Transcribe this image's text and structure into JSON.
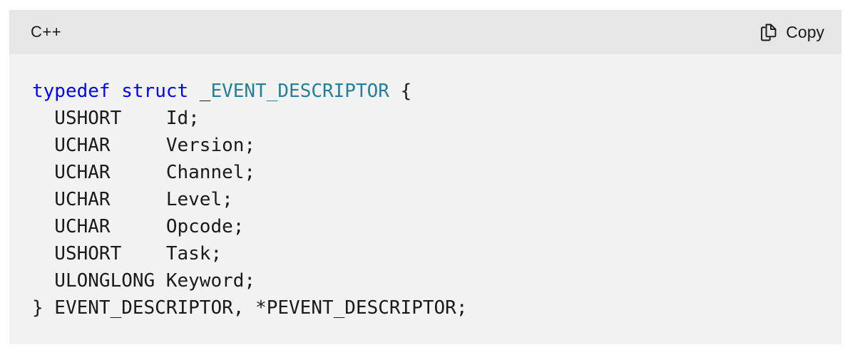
{
  "colors": {
    "header_bg": "#e6e6e6",
    "code_bg": "#f2f2f2",
    "text": "#1a1a1a",
    "keyword": "#0000ff",
    "type": "#267f99"
  },
  "header": {
    "language_label": "C++",
    "copy_label": "Copy"
  },
  "code": {
    "language": "cpp",
    "lines": [
      [
        {
          "t": "typedef",
          "c": "keyword"
        },
        {
          "t": " ",
          "c": "plain"
        },
        {
          "t": "struct",
          "c": "keyword"
        },
        {
          "t": " _",
          "c": "plain"
        },
        {
          "t": "EVENT_DESCRIPTOR",
          "c": "type"
        },
        {
          "t": " {",
          "c": "plain"
        }
      ],
      [
        {
          "t": "  USHORT    Id;",
          "c": "plain"
        }
      ],
      [
        {
          "t": "  UCHAR     Version;",
          "c": "plain"
        }
      ],
      [
        {
          "t": "  UCHAR     Channel;",
          "c": "plain"
        }
      ],
      [
        {
          "t": "  UCHAR     Level;",
          "c": "plain"
        }
      ],
      [
        {
          "t": "  UCHAR     Opcode;",
          "c": "plain"
        }
      ],
      [
        {
          "t": "  USHORT    Task;",
          "c": "plain"
        }
      ],
      [
        {
          "t": "  ULONGLONG Keyword;",
          "c": "plain"
        }
      ],
      [
        {
          "t": "} EVENT_DESCRIPTOR, *PEVENT_DESCRIPTOR;",
          "c": "plain"
        }
      ]
    ]
  }
}
